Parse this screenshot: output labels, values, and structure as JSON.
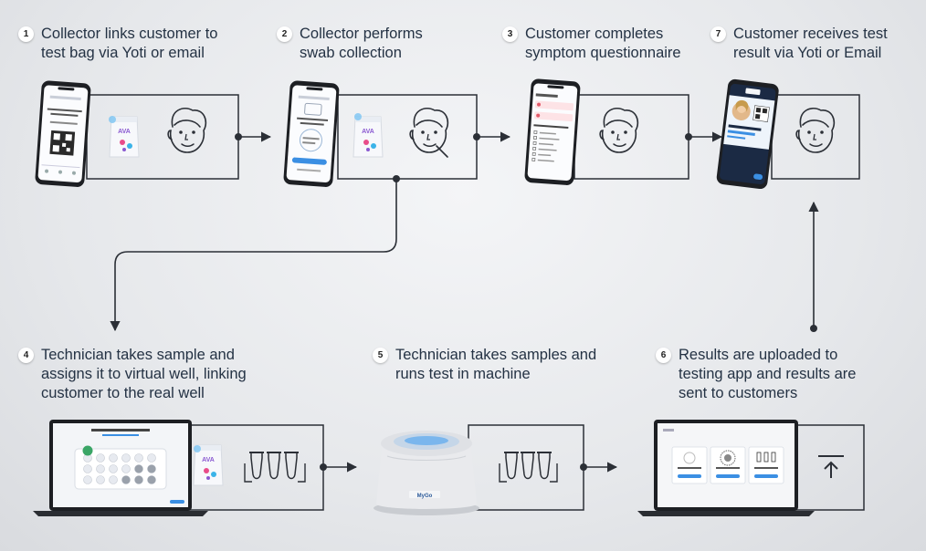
{
  "steps": [
    {
      "num": "1",
      "text": "Collector links customer to\ntest bag via Yoti or email"
    },
    {
      "num": "2",
      "text": "Collector performs\nswab collection"
    },
    {
      "num": "3",
      "text": "Customer completes\nsymptom questionnaire"
    },
    {
      "num": "7",
      "text": "Customer receives test\nresult via Yoti or Email"
    },
    {
      "num": "4",
      "text": "Technician takes sample and\nassigns it to virtual well, linking\ncustomer to the real well"
    },
    {
      "num": "5",
      "text": "Technician takes samples and\nruns test in machine"
    },
    {
      "num": "6",
      "text": "Results are uploaded to\ntesting app and results are\nsent to customers"
    }
  ],
  "colors": {
    "line": "#2b2f36",
    "accent": "#3b8fe3",
    "qr": "#2a2a2a"
  },
  "icons": [
    "face-icon",
    "phone-icon",
    "test-bag-icon",
    "test-tubes-icon",
    "laptop-icon",
    "pcr-machine-icon",
    "upload-icon"
  ]
}
